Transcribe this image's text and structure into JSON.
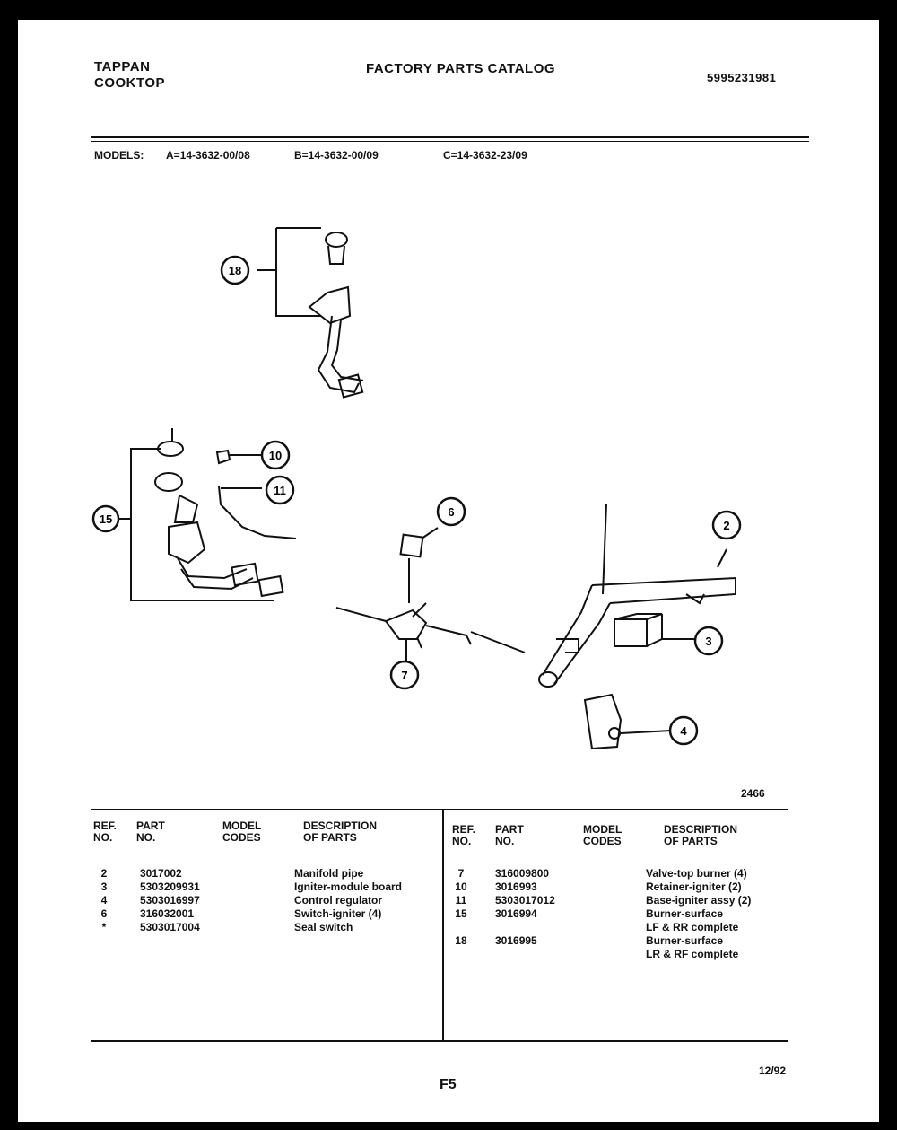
{
  "header": {
    "brand": "TAPPAN",
    "product": "COOKTOP",
    "title": "FACTORY PARTS CATALOG",
    "catalog_no": "5995231981"
  },
  "models": {
    "label": "MODELS:",
    "a": "A=14-3632-00/08",
    "b": "B=14-3632-00/09",
    "c": "C=14-3632-23/09"
  },
  "diagram": {
    "number": "2466",
    "c2": "2",
    "c3": "3",
    "c4": "4",
    "c6": "6",
    "c7": "7",
    "c10": "10",
    "c11": "11",
    "c15": "15",
    "c18": "18"
  },
  "table": {
    "headers": {
      "ref1": "REF.",
      "ref1b": "REF.",
      "ref2": "NO.",
      "part1": "PART",
      "part2": "NO.",
      "model1": "MODEL",
      "model1b": "MODEL",
      "model2": "CODES",
      "desc1": "DESCRIPTION",
      "desc2": "OF PARTS"
    },
    "left": [
      {
        "ref": "2",
        "part": "3017002",
        "desc": "Manifold pipe"
      },
      {
        "ref": "3",
        "part": "5303209931",
        "desc": "Igniter-module board"
      },
      {
        "ref": "4",
        "part": "5303016997",
        "desc": "Control regulator"
      },
      {
        "ref": "6",
        "part": "316032001",
        "desc": "Switch-igniter (4)"
      },
      {
        "ref": "*",
        "part": "5303017004",
        "desc": "Seal switch"
      }
    ],
    "right": [
      {
        "ref": "7",
        "part": "316009800",
        "desc": "Valve-top burner (4)"
      },
      {
        "ref": "10",
        "part": "3016993",
        "desc": "Retainer-igniter (2)"
      },
      {
        "ref": "11",
        "part": "5303017012",
        "desc": "Base-igniter assy (2)"
      },
      {
        "ref": "15",
        "part": "3016994",
        "desc": "Burner-surface",
        "desc2": "LF & RR complete"
      },
      {
        "ref": "18",
        "part": "3016995",
        "desc": "Burner-surface",
        "desc2": "LR & RF complete"
      }
    ]
  },
  "footer": {
    "page": "F5",
    "date": "12/92"
  }
}
